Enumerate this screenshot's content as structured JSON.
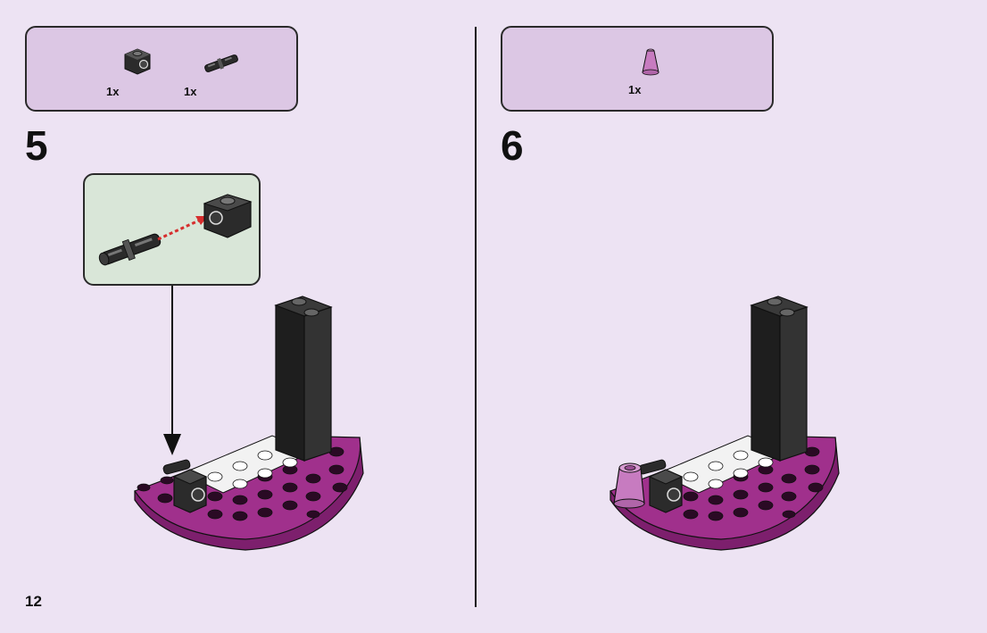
{
  "page": {
    "number": "12"
  },
  "steps": [
    {
      "number": "5",
      "parts": [
        {
          "icon": "black-technic-brick-icon",
          "qty": "1x"
        },
        {
          "icon": "black-technic-pin-icon",
          "qty": "1x"
        }
      ]
    },
    {
      "number": "6",
      "parts": [
        {
          "icon": "lavender-cone-icon",
          "qty": "1x"
        }
      ]
    }
  ],
  "colors": {
    "background": "#ede3f3",
    "parts_box": "#dcc7e4",
    "callout": "#d9e6d8",
    "plate_magenta": "#a0308c",
    "brick_black": "#2b2b2b",
    "cone_lavender": "#c77bc0",
    "arrow_red": "#d62e2e"
  }
}
